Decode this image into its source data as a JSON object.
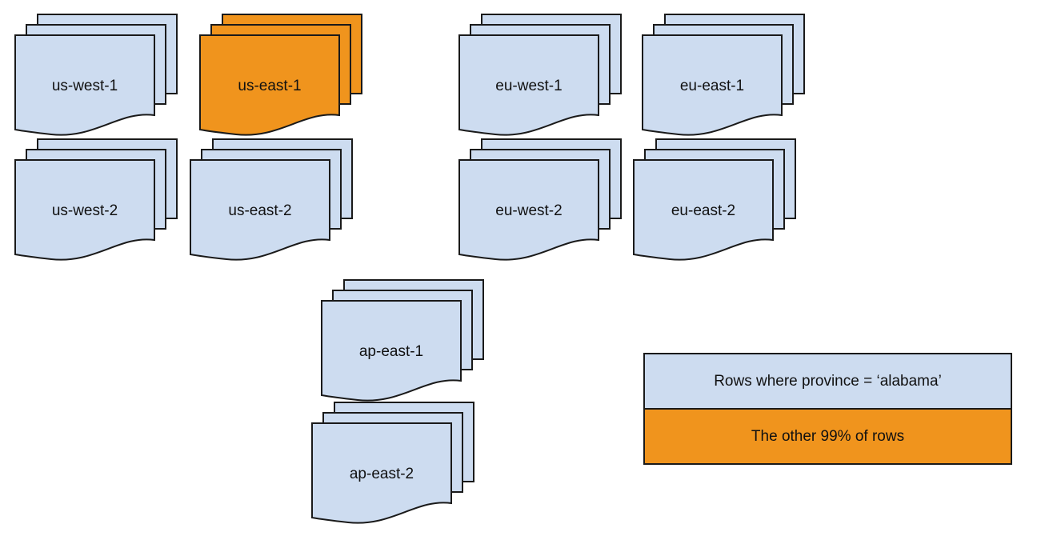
{
  "colors": {
    "doc_blue": "#CDDCF0",
    "doc_orange": "#F0941D",
    "stroke": "#1A1A1A",
    "text": "#111111",
    "background": "#FFFFFF"
  },
  "stacks": [
    {
      "label": "us-west-1",
      "variant": "blue"
    },
    {
      "label": "us-east-1",
      "variant": "orange"
    },
    {
      "label": "eu-west-1",
      "variant": "blue"
    },
    {
      "label": "eu-east-1",
      "variant": "blue"
    },
    {
      "label": "us-west-2",
      "variant": "blue"
    },
    {
      "label": "us-east-2",
      "variant": "blue"
    },
    {
      "label": "eu-west-2",
      "variant": "blue"
    },
    {
      "label": "eu-east-2",
      "variant": "blue"
    },
    {
      "label": "ap-east-1",
      "variant": "blue"
    },
    {
      "label": "ap-east-2",
      "variant": "blue"
    }
  ],
  "legend": {
    "items": [
      {
        "label": "Rows where province = ‘alabama’",
        "color": "#CDDCF0"
      },
      {
        "label": "The other 99% of rows",
        "color": "#F0941D"
      }
    ]
  }
}
